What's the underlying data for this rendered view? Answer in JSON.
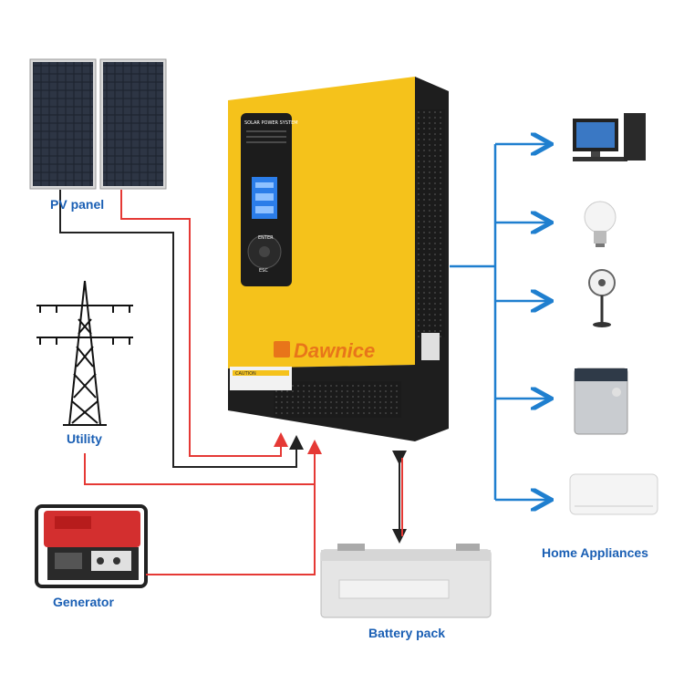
{
  "labels": {
    "pv_panel": "PV panel",
    "utility": "Utility",
    "generator": "Generator",
    "battery_pack": "Battery pack",
    "home_appliances": "Home Appliances"
  },
  "inverter": {
    "brand": "Dawnice",
    "screen_title": "SOLAR POWER SYSTEM",
    "caution": "CAUTION",
    "keypad_enter": "ENTER",
    "keypad_esc": "ESC"
  },
  "appliances": [
    "desktop-computer",
    "light-bulb",
    "electric-fan",
    "washing-machine",
    "air-conditioner"
  ],
  "colors": {
    "label_blue": "#1a5fb4",
    "ac_output_blue": "#1f7fcf",
    "pv_and_generator_wire_red": "#e53935",
    "return_wire_black": "#222222",
    "inverter_yellow": "#f5c21b",
    "brand_orange": "#e8751a"
  }
}
